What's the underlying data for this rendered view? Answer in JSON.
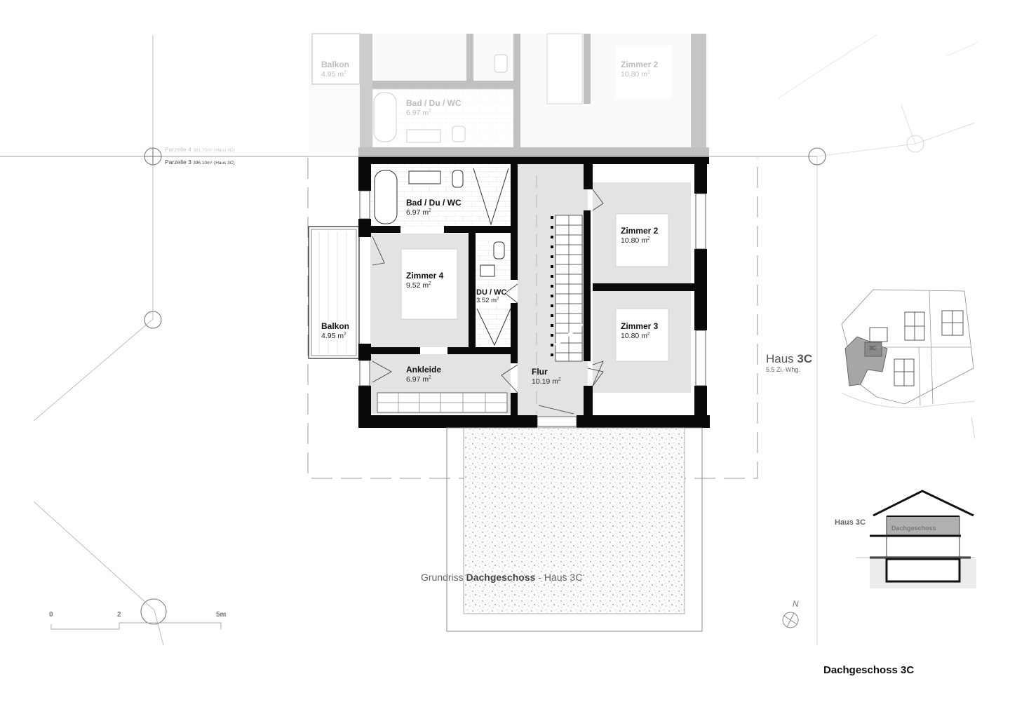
{
  "sheet": {
    "title": "Dachgeschoss 3C",
    "caption_prefix": "Grundriss ",
    "caption_bold": "Dachgeschoss",
    "caption_suffix": " - Haus 3C"
  },
  "house": {
    "name_prefix": "Haus ",
    "name_bold": "3C",
    "subtitle": "5.5 Zi.-Whg."
  },
  "parcels": [
    {
      "name": "Parzelle 4",
      "area": "381.70m²",
      "house": "(Haus 4D)",
      "faded": true
    },
    {
      "name": "Parzelle 3",
      "area": "396.10m²",
      "house": "(Haus 3C)",
      "faded": false
    }
  ],
  "rooms": [
    {
      "id": "bad",
      "name": "Bad / Du / WC",
      "area": "6.97",
      "unit": "m"
    },
    {
      "id": "zimmer4",
      "name": "Zimmer 4",
      "area": "9.52",
      "unit": "m"
    },
    {
      "id": "duwc",
      "name": "DU / WC",
      "area": "3.52",
      "unit": "m"
    },
    {
      "id": "balkon",
      "name": "Balkon",
      "area": "4.95",
      "unit": "m"
    },
    {
      "id": "ankleide",
      "name": "Ankleide",
      "area": "6.97",
      "unit": "m"
    },
    {
      "id": "flur",
      "name": "Flur",
      "area": "10.19",
      "unit": "m"
    },
    {
      "id": "zimmer2",
      "name": "Zimmer 2",
      "area": "10.80",
      "unit": "m"
    },
    {
      "id": "zimmer3",
      "name": "Zimmer 3",
      "area": "10.80",
      "unit": "m"
    }
  ],
  "neighbor_rooms": [
    {
      "name": "Balkon",
      "area": "4.95",
      "unit": "m"
    },
    {
      "name": "Bad / Du / WC",
      "area": "6.97",
      "unit": "m"
    },
    {
      "name": "Zimmer 2",
      "area": "10.80",
      "unit": "m"
    }
  ],
  "scale_bar": {
    "ticks": [
      "0",
      "2",
      "5m"
    ]
  },
  "north_label": "N",
  "site_plan": {
    "tag": "3C"
  },
  "section": {
    "house_label": "Haus 3C",
    "floor_label": "Dachgeschoss"
  },
  "colors": {
    "wall": "#0a0a0a",
    "room_fill": "#e2e2e2",
    "neighbor": "#d4d4d4",
    "highlight": "#a8a8a8"
  }
}
